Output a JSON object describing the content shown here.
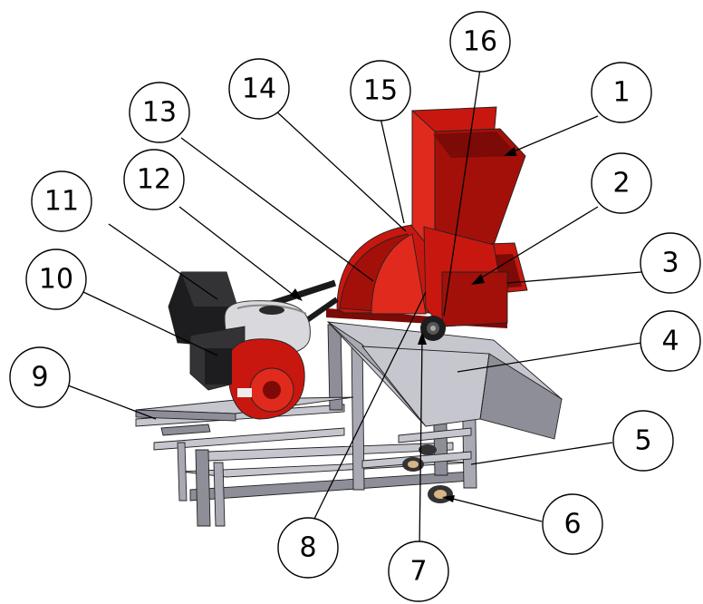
{
  "diagram": {
    "callouts": [
      {
        "id": "1",
        "label": "1"
      },
      {
        "id": "2",
        "label": "2"
      },
      {
        "id": "3",
        "label": "3"
      },
      {
        "id": "4",
        "label": "4"
      },
      {
        "id": "5",
        "label": "5"
      },
      {
        "id": "6",
        "label": "6"
      },
      {
        "id": "7",
        "label": "7"
      },
      {
        "id": "8",
        "label": "8"
      },
      {
        "id": "9",
        "label": "9"
      },
      {
        "id": "10",
        "label": "10"
      },
      {
        "id": "11",
        "label": "11"
      },
      {
        "id": "12",
        "label": "12"
      },
      {
        "id": "13",
        "label": "13"
      },
      {
        "id": "14",
        "label": "14"
      },
      {
        "id": "15",
        "label": "15"
      },
      {
        "id": "16",
        "label": "16"
      }
    ],
    "colors": {
      "machine_body": "#c8170f",
      "frame_steel": "#a9a9b4",
      "engine_black": "#1d1d1f",
      "engine_silver": "#d9d9dd"
    }
  }
}
